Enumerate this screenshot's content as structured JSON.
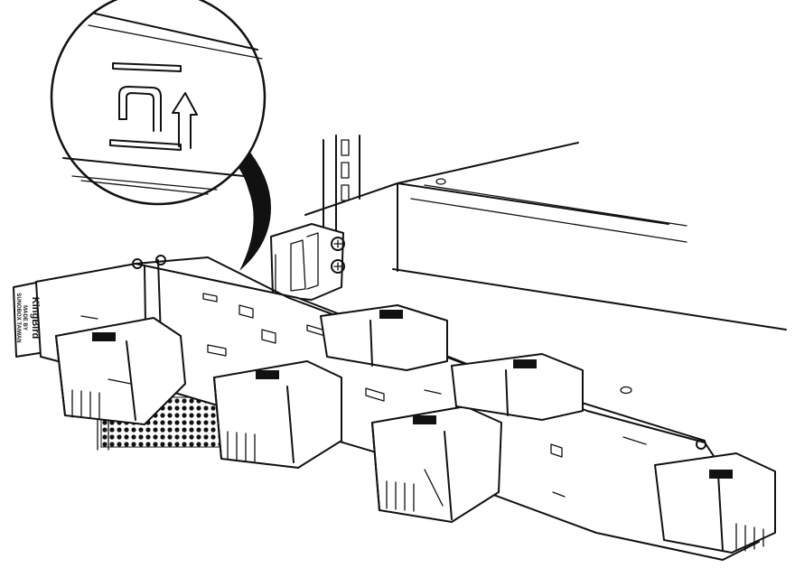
{
  "illustration": {
    "colors": {
      "line": "#111111",
      "background": "#ffffff"
    },
    "arm_label": {
      "brand": "KingBird",
      "line2": "MADE BY",
      "line3": "SUNOBOX TAIWAN"
    },
    "icons": [
      "zoom-callout-icon",
      "up-arrow-icon",
      "tray-symbol-icon",
      "screw-icon"
    ]
  }
}
